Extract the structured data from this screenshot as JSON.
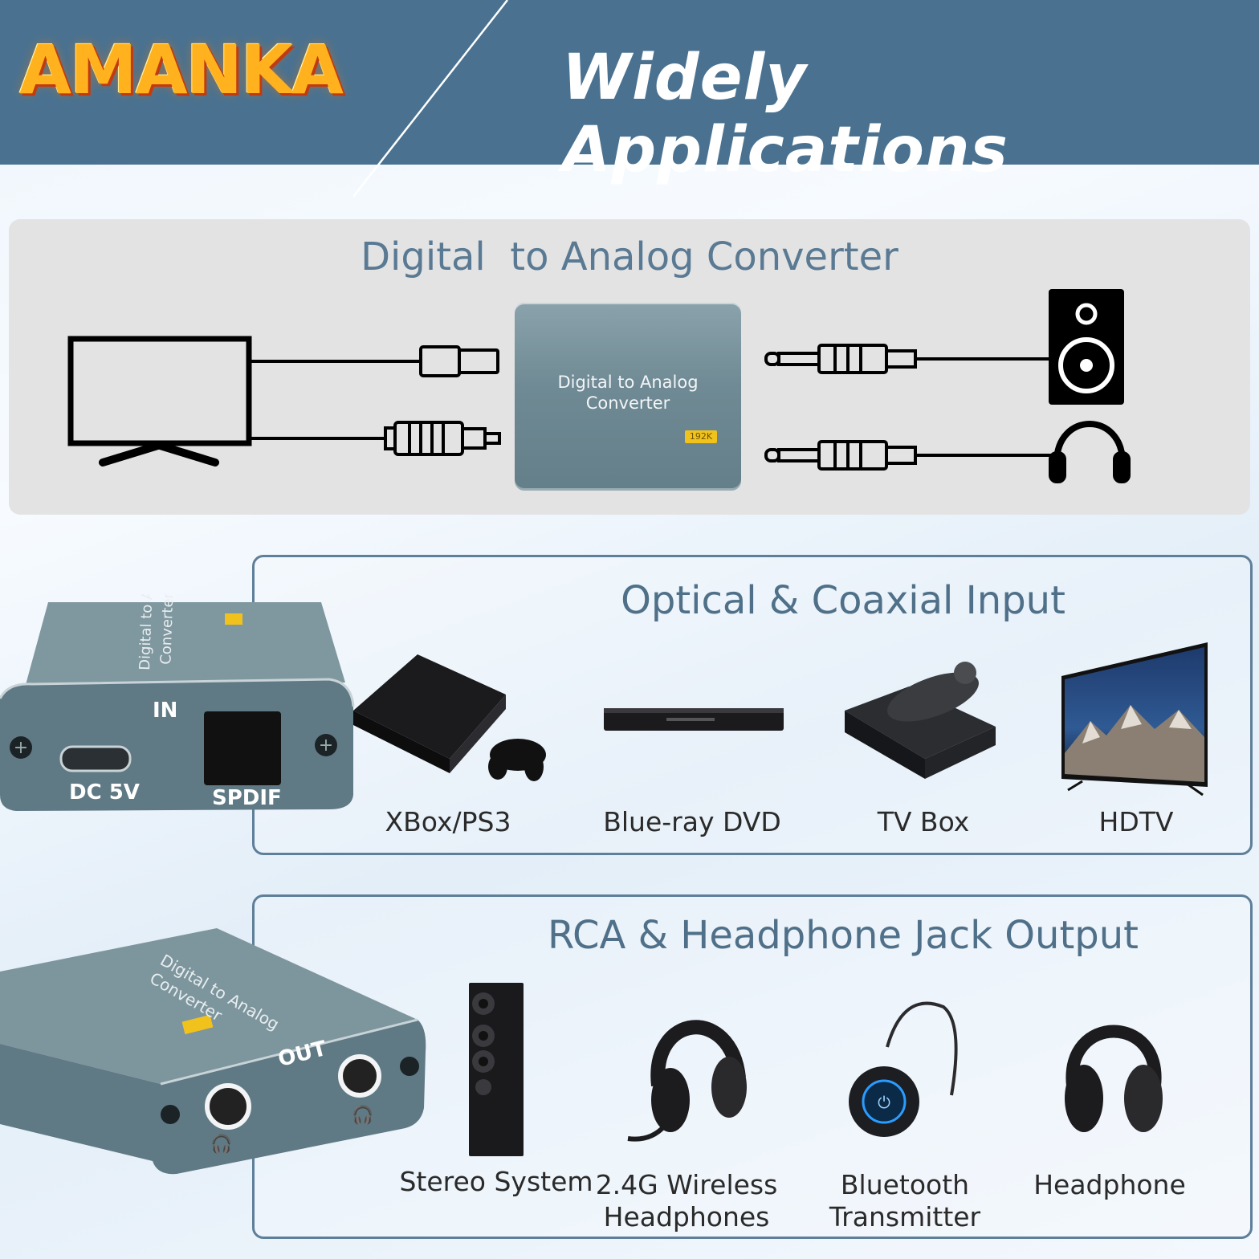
{
  "header": {
    "brand": "AMANKA",
    "headline": "Widely Applications"
  },
  "diagram": {
    "title": "Digital  to Analog Converter",
    "device_label_line1": "Digital to Analog",
    "device_label_line2": "Converter",
    "device_badge": "192K"
  },
  "input_section": {
    "title": "Optical & Coaxial Input",
    "device_port_in": "IN",
    "device_port_dc": "DC 5V",
    "device_port_spdif": "SPDIF",
    "device_top_text1": "Digital to Analog",
    "device_top_text2": "Converter",
    "items": [
      {
        "label": "XBox/PS3",
        "icon": "game-console-icon"
      },
      {
        "label": "Blue-ray DVD",
        "icon": "dvd-player-icon"
      },
      {
        "label": "TV Box",
        "icon": "tv-box-icon"
      },
      {
        "label": "HDTV",
        "icon": "hdtv-icon"
      }
    ]
  },
  "output_section": {
    "title": "RCA & Headphone Jack Output",
    "device_port_out": "OUT",
    "device_top_text1": "Digital to Analog",
    "device_top_text2": "Converter",
    "items": [
      {
        "label": "Stereo System",
        "icon": "speaker-tower-icon"
      },
      {
        "label": "2.4G Wireless Headphones",
        "line1": "2.4G Wireless",
        "line2": "Headphones",
        "icon": "wireless-headset-icon"
      },
      {
        "label": "Bluetooth Transmitter",
        "line1": "Bluetooth",
        "line2": "Transmitter",
        "icon": "bluetooth-transmitter-icon"
      },
      {
        "label": "Headphone",
        "icon": "headphone-icon"
      }
    ]
  },
  "colors": {
    "header_bg": "#4a7290",
    "title_text": "#5a7a93",
    "box_border": "#5e7f99",
    "device_body": "#6f8a94",
    "badge": "#f2c21c"
  }
}
